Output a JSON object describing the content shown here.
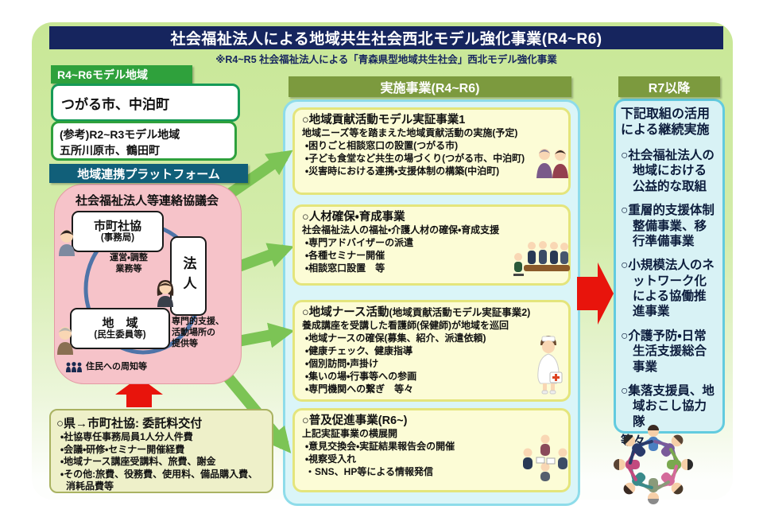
{
  "colors": {
    "navy": "#16255e",
    "olive_header": "#7c9a3e",
    "bright_green": "#2fa13c",
    "teal_bar": "#115f79",
    "pink": "#f6c3c9",
    "red_arrow": "#e8140c",
    "green_arrow": "#7cc455",
    "cyan_border": "#8edcea",
    "yellow_box": "#fcfcd6",
    "khaki_box": "#eef0c9"
  },
  "header": {
    "title": "社会福祉法人による地域共生社会西北モデル強化事業(R4~R6)",
    "subtitle": "※R4~R5 社会福祉法人による「青森県型地域共生社会」西北モデル強化事業"
  },
  "left": {
    "model_label": "R4~R6モデル地域",
    "model_area": "つがる市、中泊町",
    "ref_label": "(参考)R2~R3モデル地域",
    "ref_area": "五所川原市、鶴田町",
    "platform_label": "地域連携プラットフォーム"
  },
  "platform": {
    "council_title": "社会福祉法人等連絡協議会",
    "node_shakyo": {
      "title": "市町社協",
      "sub": "(事務局)"
    },
    "node_houjin": "法人",
    "node_chiiki": {
      "title": "地　域",
      "sub": "(民生委員等)"
    },
    "edge_admin": [
      "運営・調整",
      "業務等"
    ],
    "edge_support": [
      "専門的支援、",
      "活動場所の",
      "提供等"
    ],
    "note_residents": "住民への周知等"
  },
  "funding": {
    "title": "○県→市町社協: 委託料交付",
    "bullets": [
      "・社協専任事務局員1人分人件費",
      "・会議・研修・セミナー開催経費",
      "・地域ナース講座受講料、旅費、謝金",
      "・その他:旅費、役務費、使用料、備品購入費、消耗品費等"
    ]
  },
  "middle": {
    "header": "実施事業(R4~R6)",
    "boxes": [
      {
        "title": "○地域貢献活動モデル実証事業1",
        "title_sub": "",
        "desc": "地域ニーズ等を踏まえた地域貢献活動の実施(予定)",
        "bullets": [
          "・困りごと相談窓口の設置(つがる市)",
          "・子ども食堂など共生の場づくり(つがる市、中泊町)",
          "・災害時における連携・支援体制の構築(中泊町)"
        ],
        "icon": "chatting-people-icon"
      },
      {
        "title": "○人材確保・育成事業",
        "title_sub": "",
        "desc": "社会福祉法人の福祉・介護人材の確保・育成支援",
        "bullets": [
          "・専門アドバイザーの派遣",
          "・各種セミナー開催",
          "・相談窓口設置　等"
        ],
        "icon": "seminar-meeting-icon"
      },
      {
        "title": "○地域ナース活動",
        "title_sub": "(地域貢献活動モデル実証事業2)",
        "desc": "養成講座を受講した看護師(保健師)が地域を巡回",
        "bullets": [
          "・地域ナースの確保(募集、紹介、派遣依頼)",
          "・健康チェック、健康指導",
          "・個別訪問・声掛け",
          "・集いの場・行事等への参画",
          "・専門機関への繋ぎ　等々"
        ],
        "icon": "nurse-icon"
      },
      {
        "title": "○普及促進事業(R6~)",
        "title_sub": "",
        "desc": "上記実証事業の横展開",
        "bullets": [
          "・意見交換会・実証結果報告会の開催",
          "・視察受入れ",
          "・SNS、HP等による情報発信"
        ],
        "icon": "discussion-group-icon"
      }
    ]
  },
  "right": {
    "header": "R7以降",
    "intro": "下記取組の活用による継続実施",
    "items": [
      "○社会福祉法人の地域における公益的な取組",
      "○重層的支援体制整備事業、移行準備事業",
      "○小規模法人のネットワーク化による協働推進事業",
      "○介護予防・日常生活支援総合事業",
      "○集落支援員、地域おこし協力隊"
    ],
    "footer": "等々",
    "icon": "hand-circle-people-icon"
  }
}
